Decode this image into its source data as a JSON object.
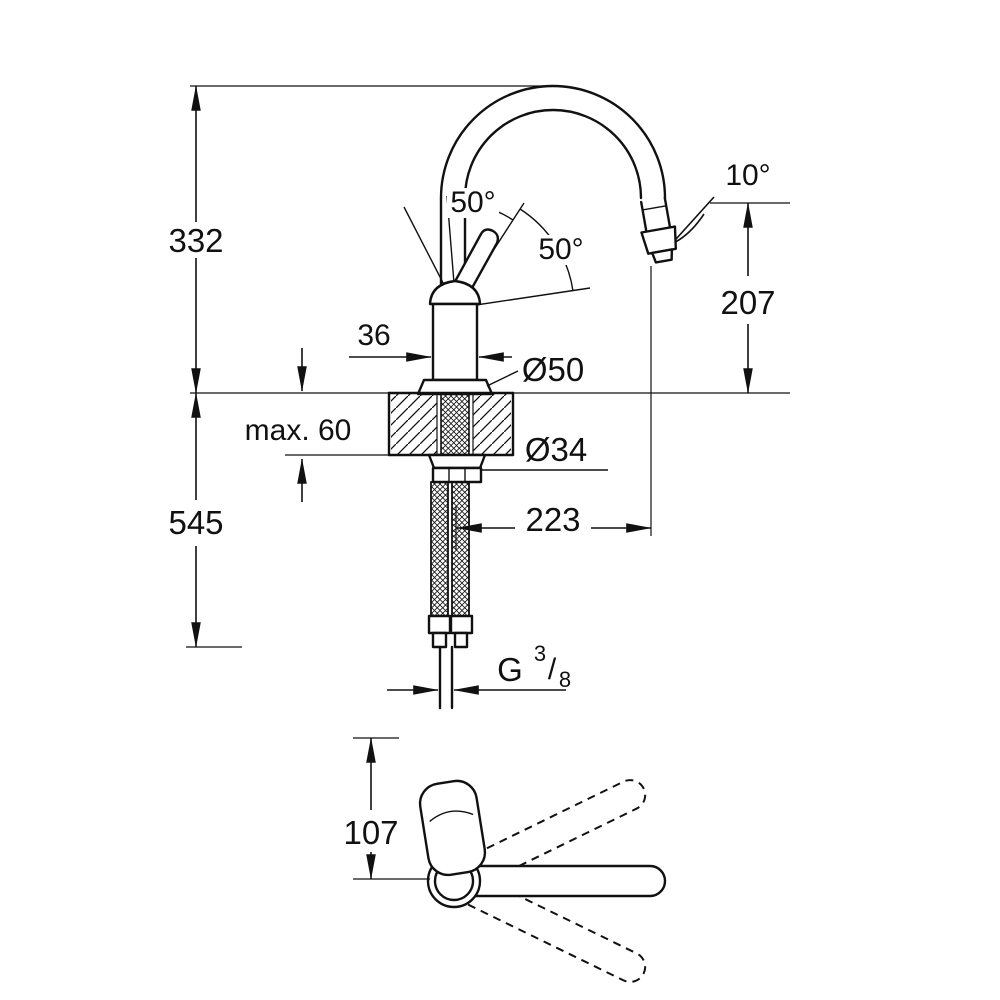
{
  "drawing": {
    "type": "technical-dimension-drawing",
    "subject": "single-lever kitchen faucet with high C-spout, side view and plan view",
    "colors": {
      "line": "#111111",
      "background": "#ffffff"
    },
    "labels": {
      "spout_height": "332",
      "below_deck_height": "545",
      "spout_tilt_angle": "10°",
      "outlet_height": "207",
      "handle_angle_1": "50°",
      "handle_angle_2": "50°",
      "body_width": "36",
      "base_diameter": "Ø50",
      "max_deck_thickness": "max. 60",
      "hole_diameter": "Ø34",
      "spout_reach": "223",
      "thread_prefix": "G",
      "thread_numerator": "3",
      "thread_slash": "/",
      "thread_denominator": "8",
      "plan_handle_offset": "107"
    }
  }
}
